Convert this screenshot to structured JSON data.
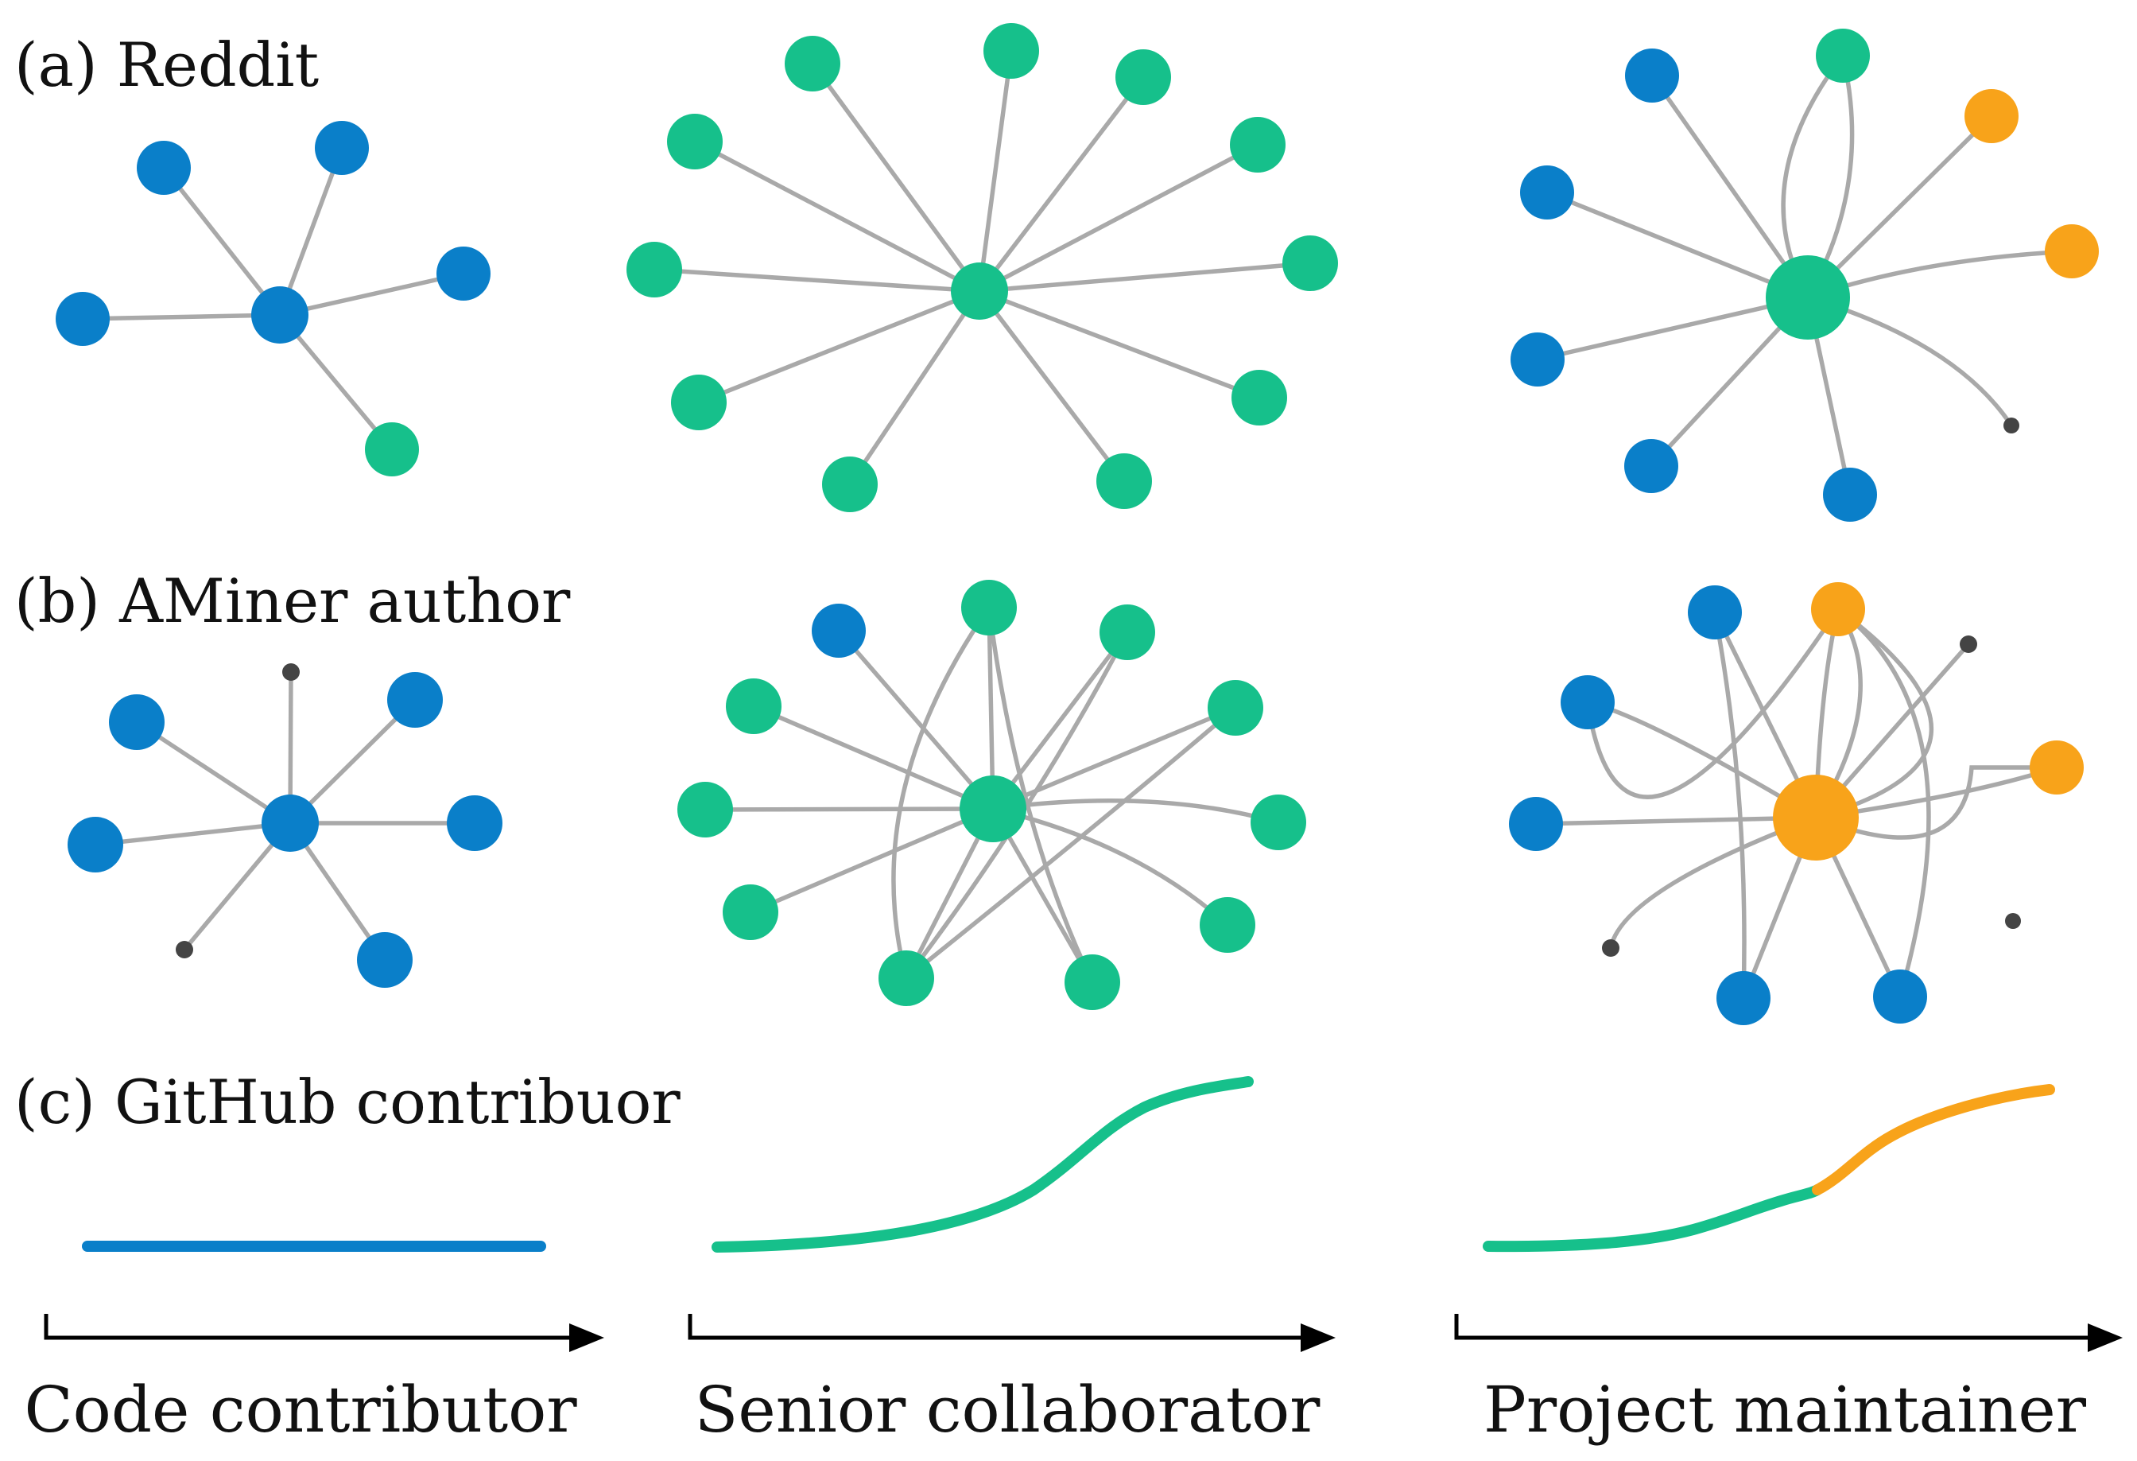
{
  "row_labels": {
    "reddit": "(a) Reddit",
    "aminer": "(b) AMiner author",
    "github": "(c) GitHub contribuor"
  },
  "column_labels": {
    "code": "Code contributor",
    "senior": "Senior collaborator",
    "maintainer": "Project maintainer"
  },
  "colors": {
    "blue": "#0a7fc9",
    "green": "#16c08b",
    "orange": "#f8a31a",
    "gray_node": "#444444",
    "edge": "#a9a9a9",
    "axis": "#000000"
  }
}
